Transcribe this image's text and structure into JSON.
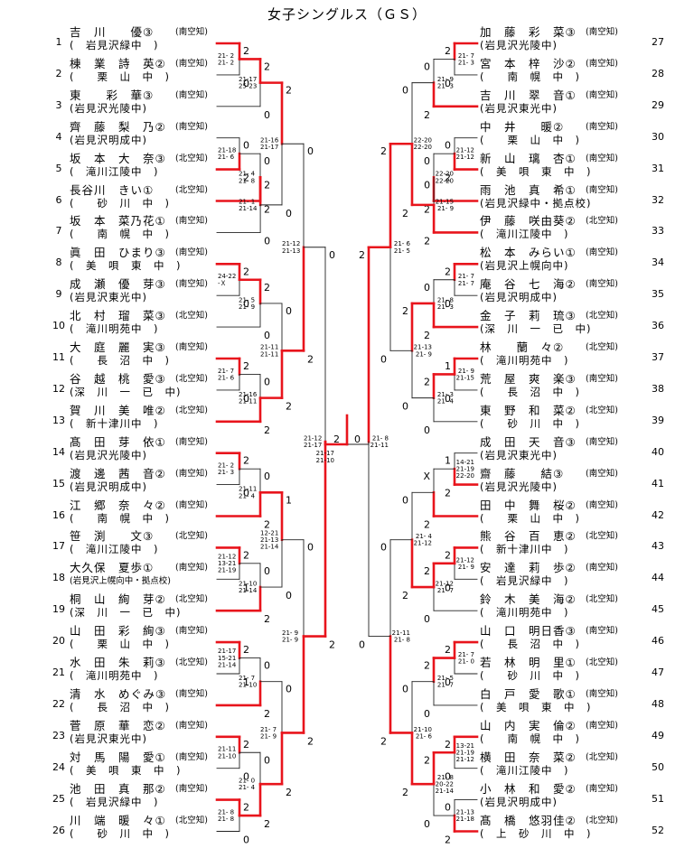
{
  "title": "女子シングルス（ＧＳ）",
  "players": [
    {
      "no": "1",
      "name": "吉　川　　優",
      "grade": "③",
      "pref": "(南空知)",
      "school": "(　岩見沢緑中　)"
    },
    {
      "no": "2",
      "name": "棟　業　詩　英",
      "grade": "②",
      "pref": "(南空知)",
      "school": "(　　栗　山　中　)"
    },
    {
      "no": "3",
      "name": "東　　彩　華",
      "grade": "③",
      "pref": "(南空知)",
      "school": "(岩見沢光陵中)"
    },
    {
      "no": "4",
      "name": "齊　藤　梨　乃",
      "grade": "②",
      "pref": "(南空知)",
      "school": "(岩見沢明成中)"
    },
    {
      "no": "5",
      "name": "坂　本　大　奈",
      "grade": "③",
      "pref": "(北空知)",
      "school": "(　滝川江陵中　)"
    },
    {
      "no": "6",
      "name": "長谷川　きい",
      "grade": "①",
      "pref": "(北空知)",
      "school": "(　　砂　川　中　)"
    },
    {
      "no": "7",
      "name": "坂　本　菜乃花",
      "grade": "①",
      "pref": "(南空知)",
      "school": "(　　南　幌　中　)"
    },
    {
      "no": "8",
      "name": "眞　田　ひまり",
      "grade": "③",
      "pref": "(南空知)",
      "school": "(　美　唄　東　中　)"
    },
    {
      "no": "9",
      "name": "成　瀬　優　芽",
      "grade": "③",
      "pref": "(南空知)",
      "school": "(岩見沢東光中)"
    },
    {
      "no": "10",
      "name": "北　村　瑠　菜",
      "grade": "③",
      "pref": "(北空知)",
      "school": "(　滝川明苑中　)"
    },
    {
      "no": "11",
      "name": "大　庭　麗　実",
      "grade": "③",
      "pref": "(南空知)",
      "school": "(　　長　沼　中　)"
    },
    {
      "no": "12",
      "name": "谷　越　桃　愛",
      "grade": "③",
      "pref": "(北空知)",
      "school": "(深　川　一　已　中)"
    },
    {
      "no": "13",
      "name": "賀　川　美　唯",
      "grade": "②",
      "pref": "(北空知)",
      "school": "(　新十津川中　)"
    },
    {
      "no": "14",
      "name": "髙　田　芽　依",
      "grade": "①",
      "pref": "(南空知)",
      "school": "(岩見沢光陵中)"
    },
    {
      "no": "15",
      "name": "渡　邊　茜　音",
      "grade": "②",
      "pref": "(南空知)",
      "school": "(岩見沢明成中)"
    },
    {
      "no": "16",
      "name": "江　郷　奈　々",
      "grade": "②",
      "pref": "(南空知)",
      "school": "(　　南　幌　中　)"
    },
    {
      "no": "17",
      "name": "笹　渕　　文",
      "grade": "③",
      "pref": "(北空知)",
      "school": "(　滝川江陵中　)"
    },
    {
      "no": "18",
      "name": "大久保　夏歩",
      "grade": "①",
      "pref": "(南空知)",
      "school": "(岩見沢上幌向中・拠点校)"
    },
    {
      "no": "19",
      "name": "桐　山　絢　芽",
      "grade": "②",
      "pref": "(北空知)",
      "school": "(深　川　一　已　中)"
    },
    {
      "no": "20",
      "name": "山　田　彩　絢",
      "grade": "③",
      "pref": "(南空知)",
      "school": "(　　栗　山　中　)"
    },
    {
      "no": "21",
      "name": "水　田　朱　莉",
      "grade": "③",
      "pref": "(北空知)",
      "school": "(　滝川明苑中　)"
    },
    {
      "no": "22",
      "name": "清　水　めぐみ",
      "grade": "③",
      "pref": "(南空知)",
      "school": "(　　長　沼　中　)"
    },
    {
      "no": "23",
      "name": "菅　原　華　恋",
      "grade": "②",
      "pref": "(南空知)",
      "school": "(岩見沢東光中)"
    },
    {
      "no": "24",
      "name": "対　馬　陽　愛",
      "grade": "①",
      "pref": "(南空知)",
      "school": "(　美　唄　東　中　)"
    },
    {
      "no": "25",
      "name": "池　田　真　那",
      "grade": "②",
      "pref": "(南空知)",
      "school": "(　岩見沢緑中　)"
    },
    {
      "no": "26",
      "name": "川　端　暖　々",
      "grade": "①",
      "pref": "(北空知)",
      "school": "(　　砂　川　中　)"
    },
    {
      "no": "27",
      "name": "加　藤　彩　菜",
      "grade": "③",
      "pref": "(南空知)",
      "school": "(岩見沢光陵中)"
    },
    {
      "no": "28",
      "name": "宮　本　梓　沙",
      "grade": "②",
      "pref": "(南空知)",
      "school": "(　　南　幌　中　)"
    },
    {
      "no": "29",
      "name": "吉　川　翠　音",
      "grade": "①",
      "pref": "(南空知)",
      "school": "(岩見沢東光中)"
    },
    {
      "no": "30",
      "name": "中　井　　暖",
      "grade": "②",
      "pref": "(南空知)",
      "school": "(　　栗　山　中　)"
    },
    {
      "no": "31",
      "name": "新　山　璃　杏",
      "grade": "①",
      "pref": "(南空知)",
      "school": "(　美　唄　東　中　)"
    },
    {
      "no": "32",
      "name": "雨　池　真　希",
      "grade": "①",
      "pref": "(南空知)",
      "school": "(岩見沢緑中・拠点校)"
    },
    {
      "no": "33",
      "name": "伊　藤　咲由葵",
      "grade": "②",
      "pref": "(北空知)",
      "school": "(　滝川江陵中　)"
    },
    {
      "no": "34",
      "name": "松　本　みらい",
      "grade": "①",
      "pref": "(南空知)",
      "school": "(岩見沢上幌向中)"
    },
    {
      "no": "35",
      "name": "庵　谷　七　海",
      "grade": "②",
      "pref": "(南空知)",
      "school": "(岩見沢明成中)"
    },
    {
      "no": "36",
      "name": "金　子　莉　琉",
      "grade": "③",
      "pref": "(北空知)",
      "school": "(深　川　一　已　中)"
    },
    {
      "no": "37",
      "name": "林　　蘭　々",
      "grade": "②",
      "pref": "(北空知)",
      "school": "(　滝川明苑中　)"
    },
    {
      "no": "38",
      "name": "荒　屋　爽　楽",
      "grade": "③",
      "pref": "(南空知)",
      "school": "(　　長　沼　中　)"
    },
    {
      "no": "39",
      "name": "東　野　和　菜",
      "grade": "②",
      "pref": "(北空知)",
      "school": "(　　砂　川　中　)"
    },
    {
      "no": "40",
      "name": "成　田　天　音",
      "grade": "③",
      "pref": "(南空知)",
      "school": "(岩見沢東光中)"
    },
    {
      "no": "41",
      "name": "齋　藤　　結",
      "grade": "③",
      "pref": "(南空知)",
      "school": "(岩見沢光陵中)"
    },
    {
      "no": "42",
      "name": "田　中　舞　桜",
      "grade": "②",
      "pref": "(南空知)",
      "school": "(　　栗　山　中　)"
    },
    {
      "no": "43",
      "name": "熊　谷　百　恵",
      "grade": "②",
      "pref": "(北空知)",
      "school": "(　新十津川中　)"
    },
    {
      "no": "44",
      "name": "安　達　莉　歩",
      "grade": "②",
      "pref": "(南空知)",
      "school": "(　岩見沢緑中　)"
    },
    {
      "no": "45",
      "name": "鈴　木　美　海",
      "grade": "②",
      "pref": "(北空知)",
      "school": "(　滝川明苑中　)"
    },
    {
      "no": "46",
      "name": "山　口　明日香",
      "grade": "③",
      "pref": "(南空知)",
      "school": "(　　長　沼　中　)"
    },
    {
      "no": "47",
      "name": "若　林　明　里",
      "grade": "①",
      "pref": "(北空知)",
      "school": "(　　砂　川　中　)"
    },
    {
      "no": "48",
      "name": "白　戸　愛　歌",
      "grade": "①",
      "pref": "(南空知)",
      "school": "(　美　唄　東　中　)"
    },
    {
      "no": "49",
      "name": "山　内　実　倫",
      "grade": "②",
      "pref": "(南空知)",
      "school": "(　　南　幌　中　)"
    },
    {
      "no": "50",
      "name": "横　田　奈　菜",
      "grade": "②",
      "pref": "(北空知)",
      "school": "(　滝川江陵中　)"
    },
    {
      "no": "51",
      "name": "小　林　和　愛",
      "grade": "②",
      "pref": "(南空知)",
      "school": "(岩見沢明成中)"
    },
    {
      "no": "52",
      "name": "髙　橋　悠羽佳",
      "grade": "②",
      "pref": "(北空知)",
      "school": "(　上　砂　川　中　)"
    }
  ],
  "left_matches": [
    {
      "id": "L1",
      "top": "2",
      "bot": "0",
      "score": [
        "21- 2",
        "21- 2"
      ]
    },
    {
      "id": "L2",
      "top": "2",
      "bot": "0",
      "score": [
        "21-17",
        "25-23"
      ]
    },
    {
      "id": "L3",
      "top": "0",
      "bot": "2",
      "score": [
        "21-18",
        "21- 6"
      ]
    },
    {
      "id": "L4",
      "top": "0",
      "bot": "2",
      "score": [
        "21- 4",
        "21- 8"
      ]
    },
    {
      "id": "L5",
      "top": "2",
      "bot": "0",
      "score": [
        "21- 1",
        "21-14"
      ]
    },
    {
      "id": "L6",
      "top": "2",
      "bot": "0",
      "score": [
        "24-22",
        "-Ｘ"
      ]
    },
    {
      "id": "L7",
      "top": "2",
      "bot": "0",
      "score": [
        "21- 5",
        "21- 9"
      ]
    },
    {
      "id": "L8",
      "top": "2",
      "bot": "0",
      "score": [
        "21- 7",
        "21- 6"
      ]
    },
    {
      "id": "L9",
      "top": "0",
      "bot": "2",
      "score": [
        "21-16",
        "21-11"
      ]
    },
    {
      "id": "L10",
      "top": "2",
      "bot": "0",
      "score": [
        "21- 2",
        "21- 3"
      ]
    },
    {
      "id": "L11",
      "top": "0",
      "bot": "2",
      "score": [
        "21-11",
        "21- 4"
      ]
    },
    {
      "id": "L12",
      "top": "2",
      "bot": "1",
      "score": [
        "21-12",
        "13-21",
        "21-19"
      ]
    },
    {
      "id": "L13",
      "top": "0",
      "bot": "2",
      "score": [
        "21-10",
        "21-14"
      ]
    },
    {
      "id": "L14",
      "top": "2",
      "bot": "1",
      "score": [
        "21-17",
        "15-21",
        "21-14"
      ]
    },
    {
      "id": "L15",
      "top": "0",
      "bot": "2",
      "score": [
        "21- 7",
        "21-10"
      ]
    },
    {
      "id": "L16",
      "top": "2",
      "bot": "0",
      "score": [
        "21-11",
        "21-10"
      ]
    },
    {
      "id": "L17",
      "top": "2",
      "bot": "0",
      "score": [
        "21- 8",
        "21- 8"
      ]
    },
    {
      "id": "L18",
      "top": "0",
      "bot": "2",
      "score": [
        "21- 0",
        "21- 4"
      ]
    },
    {
      "id": "L19",
      "top": "2",
      "bot": "0",
      "score": [
        "21-16",
        "21-17"
      ]
    },
    {
      "id": "L20",
      "top": "0",
      "bot": "2",
      "score": [
        "21-11",
        "21-11"
      ]
    },
    {
      "id": "L21",
      "top": "1",
      "bot": "0",
      "score": [
        "12-21",
        "21-13",
        "21-14"
      ]
    },
    {
      "id": "L22",
      "top": "0",
      "bot": "2",
      "score": [
        "21- 7",
        "21- 9"
      ]
    },
    {
      "id": "L23",
      "top": "0",
      "bot": "2",
      "score": [
        "21-12",
        "21-13"
      ]
    },
    {
      "id": "L24",
      "top": "0",
      "bot": "2",
      "score": [
        "21- 9",
        "21- 9"
      ]
    },
    {
      "id": "L25",
      "top": "0",
      "bot": "2",
      "score": [
        "21-12",
        "21-17"
      ]
    }
  ],
  "right_matches": [
    {
      "id": "R1",
      "top": "2",
      "bot": "0",
      "score": [
        "21- 7",
        "21- 3"
      ]
    },
    {
      "id": "R2",
      "top": "0",
      "bot": "2",
      "score": [
        "21- 9",
        "21- 3"
      ]
    },
    {
      "id": "R3",
      "top": "0",
      "bot": "2",
      "score": [
        "21-12",
        "21-12"
      ]
    },
    {
      "id": "R4",
      "top": "0",
      "bot": "2",
      "score": [
        "22-20",
        "22-20"
      ]
    },
    {
      "id": "R5",
      "top": "0",
      "bot": "2",
      "score": [
        "21-15",
        "21- 9"
      ]
    },
    {
      "id": "R6",
      "top": "2",
      "bot": "0",
      "score": [
        "21- 7",
        "21- 7"
      ]
    },
    {
      "id": "R7",
      "top": "0",
      "bot": "2",
      "score": [
        "21- 8",
        "21- 3"
      ]
    },
    {
      "id": "R8",
      "top": "1",
      "bot": "0",
      "score": [
        "21- 9",
        "21-15"
      ]
    },
    {
      "id": "R9",
      "top": "2",
      "bot": "0",
      "score": [
        "21- 3",
        "21- 4"
      ]
    },
    {
      "id": "R10",
      "top": "1",
      "bot": "2",
      "score": [
        "14-21",
        "21-19",
        "22-20"
      ]
    },
    {
      "id": "R11",
      "top": "X",
      "bot": "2",
      "score": []
    },
    {
      "id": "R12",
      "top": "2",
      "bot": "0",
      "score": [
        "21-12",
        "21- 9"
      ]
    },
    {
      "id": "R13",
      "top": "2",
      "bot": "0",
      "score": [
        "21-12",
        "21- 7"
      ]
    },
    {
      "id": "R14",
      "top": "2",
      "bot": "0",
      "score": [
        "21- 7",
        "21- 0"
      ]
    },
    {
      "id": "R15",
      "top": "2",
      "bot": "0",
      "score": [
        "21- 5",
        "21- 7"
      ]
    },
    {
      "id": "R16",
      "top": "2",
      "bot": "0",
      "score": [
        "13-21",
        "21-19",
        "21-12"
      ]
    },
    {
      "id": "R17",
      "top": "0",
      "bot": "2",
      "score": [
        "21-13",
        "21-18"
      ]
    },
    {
      "id": "R18",
      "top": "2",
      "bot": "0",
      "score": [
        "21- 8",
        "20-22",
        "21-14"
      ]
    },
    {
      "id": "R19",
      "top": "0",
      "bot": "2",
      "score": [
        "22-20",
        "22-20"
      ]
    },
    {
      "id": "R20",
      "top": "2",
      "bot": "0",
      "score": [
        "21-13",
        "21- 9"
      ]
    },
    {
      "id": "R21",
      "top": "0",
      "bot": "2",
      "score": [
        "21- 4",
        "21-12"
      ]
    },
    {
      "id": "R22",
      "top": "0",
      "bot": "2",
      "score": [
        "21-10",
        "21- 6"
      ]
    },
    {
      "id": "R23",
      "top": "2",
      "bot": "0",
      "score": [
        "21- 6",
        "21- 5"
      ]
    },
    {
      "id": "R24",
      "top": "0",
      "bot": "2",
      "score": [
        "21-11",
        "21- 8"
      ]
    },
    {
      "id": "R25",
      "top": "2",
      "bot": "0",
      "score": [
        "21- 8",
        "21-11"
      ]
    }
  ],
  "final": {
    "left": "2",
    "right": "0",
    "score": [
      "21-17",
      "21-10"
    ]
  },
  "colors": {
    "win": "#e8141c",
    "line": "#222222"
  }
}
